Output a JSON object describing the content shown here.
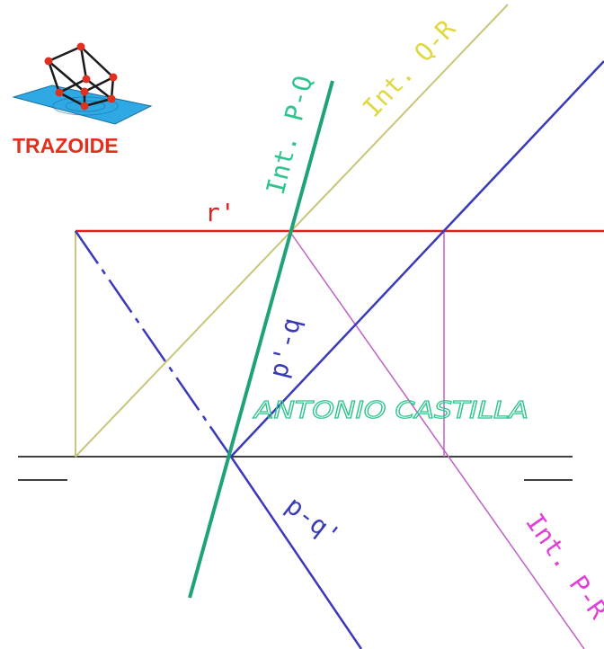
{
  "logo": {
    "text": "TRAZOIDE",
    "text_color": "#e0301e",
    "plane_color": "#2fa9e4",
    "node_color": "#e0301e",
    "icon": "cube-on-plane-icon"
  },
  "author": {
    "text": "ANTONIO CASTILLA",
    "color": "#2ec48c"
  },
  "labels": {
    "int_pq": "Int. P-Q",
    "int_qr": "Int. Q-R",
    "int_pr": "Int. P-R",
    "r_prime": "r'",
    "p_prime_q": "p'-q",
    "p_q_prime": "p-q'"
  },
  "colors": {
    "red": "#e02020",
    "green": "#1fa27a",
    "olive": "#c8c67a",
    "blue": "#3a3ab8",
    "magenta": "#c060c8",
    "black": "#000000",
    "label_green": "#2ec48c",
    "label_yellow": "#e0d840",
    "label_magenta": "#e040d8",
    "label_blue": "#3a3ab8",
    "label_red": "#e02020"
  }
}
